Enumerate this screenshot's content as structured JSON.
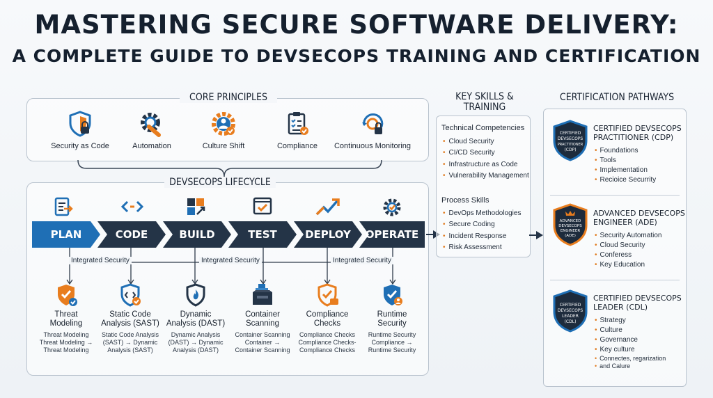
{
  "title_line1": "MASTERING SECURE SOFTWARE DELIVERY:",
  "title_line2": "A COMPLETE GUIDE TO DEVSECOPS TRAINING AND CERTIFICATION",
  "core": {
    "heading": "CORE PRINCIPLES",
    "items": [
      {
        "label": "Security as Code",
        "icon": "shield-lock-icon"
      },
      {
        "label": "Automation",
        "icon": "gear-wrench-icon"
      },
      {
        "label": "Culture Shift",
        "icon": "gear-person-icon"
      },
      {
        "label": "Compliance",
        "icon": "clipboard-check-icon"
      },
      {
        "label": "Continuous Monitoring",
        "icon": "monitor-lock-icon"
      }
    ]
  },
  "lifecycle": {
    "heading": "DEVSECOPS LIFECYCLE",
    "stages": [
      {
        "label": "PLAN",
        "icon": "document-arrow-icon"
      },
      {
        "label": "CODE",
        "icon": "code-brackets-icon"
      },
      {
        "label": "BUILD",
        "icon": "build-blocks-icon"
      },
      {
        "label": "TEST",
        "icon": "test-window-check-icon"
      },
      {
        "label": "DEPLOY",
        "icon": "trend-arrow-icon"
      },
      {
        "label": "OPERATE",
        "icon": "operate-gear-icon"
      }
    ],
    "integrated_label": "Integrated Security",
    "tools": [
      {
        "name": [
          "Threat",
          "Modeling"
        ],
        "desc": [
          "Threat Modeling",
          "Threat Modeling →",
          "Threat Modeling"
        ],
        "icon": "threat-shield-icon"
      },
      {
        "name": [
          "Static Code",
          "Analysis (SAST)"
        ],
        "desc": [
          "Static Code Analysis",
          "(SAST) → Dynamic",
          "Analysis (SAST)"
        ],
        "icon": "sast-shield-icon"
      },
      {
        "name": [
          "Dynamic",
          "Analysis (DAST)"
        ],
        "desc": [
          "Dynamic Analysis",
          "(DAST) → Dynamic",
          "Analysis (DAST)"
        ],
        "icon": "dast-shield-flame-icon"
      },
      {
        "name": [
          "Container",
          "Scanning"
        ],
        "desc": [
          "Container Scanning",
          "Container  →",
          "Container Scanning"
        ],
        "icon": "container-box-icon"
      },
      {
        "name": [
          "Compliance",
          "Checks"
        ],
        "desc": [
          "Compliance Checks",
          "Compliance Checks-",
          "Compliance Checks"
        ],
        "icon": "compliance-shield-icon"
      },
      {
        "name": [
          "Runtime",
          "Security"
        ],
        "desc": [
          "Runtime Security",
          "Compliance →",
          "Runtime Security"
        ],
        "icon": "runtime-shield-person-icon"
      }
    ]
  },
  "skills": {
    "heading_line1": "KEY SKILLS &",
    "heading_line2": "TRAINING",
    "technical_heading": "Technical Competencies",
    "technical": [
      "Cloud Security",
      "CI/CD Security",
      "Infrastructure as Code",
      "Vulnerability Management"
    ],
    "process_heading": "Process Skills",
    "process": [
      "DevOps Methodologies",
      "Secure Coding",
      "Incident Response",
      "Risk Assessment"
    ]
  },
  "certs": {
    "heading": "CERTIFICATION PATHWAYS",
    "items": [
      {
        "title": [
          "CERTIFIED DEVSECOPS",
          "PRACTITIONER (CDP)"
        ],
        "badge": [
          "CERTIFIED",
          "DEVSECOPS",
          "PRACTITIONER",
          "(CDP)"
        ],
        "points": [
          "Foundations",
          "Tools",
          "Implementation",
          "Recioice Securrity"
        ]
      },
      {
        "title": [
          "ADVANCED DEVSECOPS",
          "ENGINEER (ADE)"
        ],
        "badge": [
          "ADVANCED",
          "DEVSECOPS",
          "ENGINEER",
          "(ADE)"
        ],
        "points": [
          "Security Automation",
          "Cloud Security",
          "Conferess",
          "Key Education"
        ]
      },
      {
        "title": [
          "CERTIFIED DEVSECOPS",
          "LEADER (CDL)"
        ],
        "badge": [
          "CERTIFIED",
          "DEVSECOPS",
          "LEADER",
          "(CDL)"
        ],
        "points": [
          "Strategy",
          "Culture",
          "Governance",
          "Key culture",
          "Connectes, regarization",
          "and Calure"
        ]
      }
    ]
  },
  "colors": {
    "navy": "#243447",
    "blue": "#1f6fb5",
    "orange": "#e87d1e"
  }
}
